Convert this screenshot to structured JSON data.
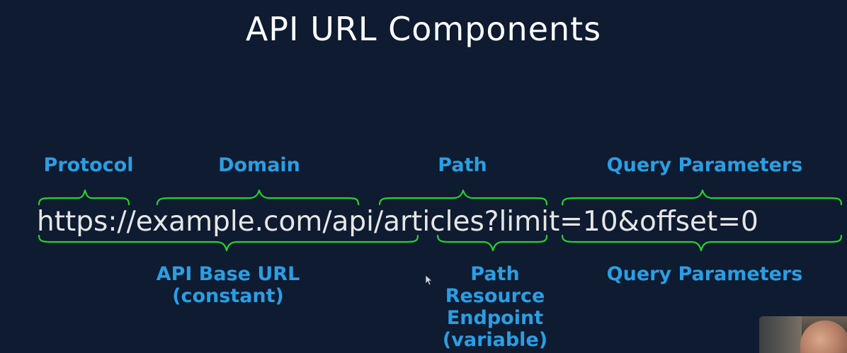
{
  "title": "API URL Components",
  "url": "https://example.com/api/articles?limit=10&offset=0",
  "top_labels": {
    "protocol": "Protocol",
    "domain": "Domain",
    "path": "Path",
    "query": "Query Parameters"
  },
  "bottom_labels": {
    "base_url": [
      "API Base URL",
      "(constant)"
    ],
    "resource": [
      "Path",
      "Resource",
      "Endpoint",
      "(variable)"
    ],
    "query": "Query Parameters"
  },
  "colors": {
    "background": "#0e1b30",
    "label": "#2a9ee3",
    "brace": "#22d629",
    "url_text": "#e6e6e6",
    "title": "#ffffff"
  },
  "icons": {
    "cursor": "mouse-pointer-icon",
    "presenter": "presenter-webcam"
  }
}
